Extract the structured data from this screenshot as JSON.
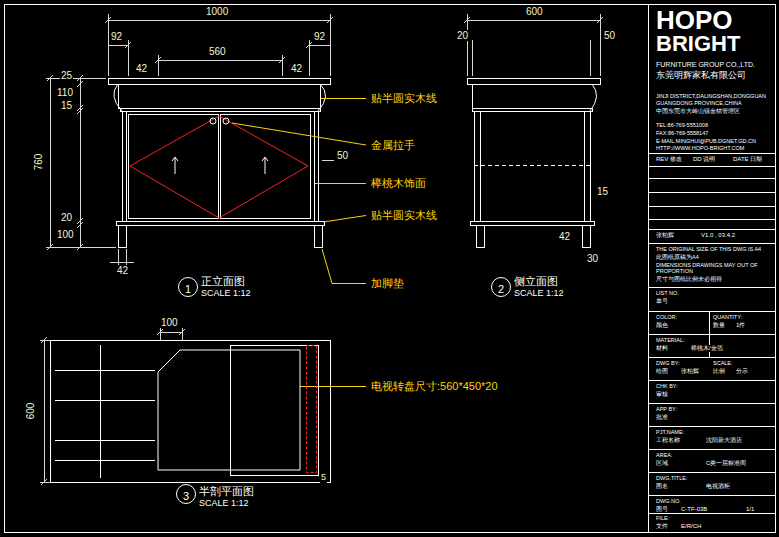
{
  "diagram": {
    "nodes": [
      {
        "text": [
          "1"
        ]
      },
      {
        "text": [
          "2"
        ]
      },
      {
        "text": [
          "3"
        ]
      }
    ],
    "labels": [
      "1000",
      "92",
      "42",
      "560",
      "92",
      "42",
      "25",
      "110",
      "15",
      "760",
      "50",
      "20",
      "100",
      "42",
      "贴半圆实木线",
      "金属拉手",
      "榉桃木饰面",
      "贴半圆实木线",
      "加脚垫",
      "正立面图",
      "SCALE 1:12",
      "600",
      "20",
      "50",
      "15",
      "42",
      "30",
      "侧立面图",
      "SCALE 1:12",
      "100",
      "600",
      "电视转盘尺寸:560*450*20",
      "5",
      "半剖平面图",
      "SCALE 1:12",
      "HOPO",
      "BRIGHT",
      "FURNITURE GROUP CO.,LTD.",
      "东莞明辉家私有限公司",
      "JINJI DISTRICT,DALINGSHAN,DONGGUAN",
      "GUANGDONG PROVINCE,CHINA",
      "中国东莞市大岭山镇金桔管理区",
      "TEL:86-769-5551008",
      "FAX:86-769-5558147",
      "E-MAIL:MINGHUI@PUB.DGNET.GD.CN",
      "HTTP://WWW.HOPO-BRIGHT.COM",
      "REV 修改",
      "DD 说明",
      "DATE 日期",
      "张柏辉",
      "V1.0 , 03.4.2",
      "THE ORIGINAL SIZE OF THIS DWG IS A4",
      "此图纸原稿为A4",
      "DIMENSIONS DRAWINGS MAY OUT OF PROPORTION",
      "尺寸与图纸比例未必相符",
      "LIST NO.",
      "单号",
      "COLOR:",
      "QUANTITY:",
      "颜色",
      "数量",
      "1件",
      "MATERIAL:",
      "材料",
      "榉桃木/金箔",
      "DWG BY:",
      "SCALE:",
      "绘图",
      "张柏辉",
      "比例",
      "分示",
      "CHK BY:",
      "审核",
      "APP BY:",
      "批准",
      "PJT.NAME:",
      "工程名称",
      "沈阳新大酒店",
      "AREA:",
      "区域",
      "C类一层标准间",
      "DWG.TITLE:",
      "图名",
      "电视酒柜",
      "DWG.NO.",
      "图号",
      "C-TF-03B",
      "1/1",
      "FILE:",
      "文件",
      "E/R/CH"
    ]
  }
}
